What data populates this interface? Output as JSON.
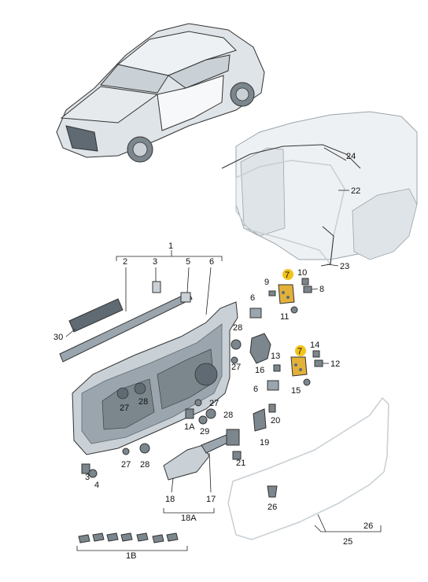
{
  "colors": {
    "part_fill": "#c9d1d6",
    "part_shade": "#9aa5ad",
    "part_dark": "#5f6a72",
    "highlight_badge": "#f2c31b",
    "highlight_part": "#e3b13a",
    "line": "#222222"
  },
  "labels": {
    "n1": "1",
    "n2": "2",
    "n3": "3",
    "n5": "5",
    "n6": "6",
    "n30": "30",
    "n28a": "28",
    "n27a": "27",
    "n16": "16",
    "n27b": "27",
    "n28b": "28",
    "n27c": "27",
    "n28c": "28",
    "n1A": "1A",
    "n29": "29",
    "n27d": "27",
    "n28d": "28",
    "n3b": "3",
    "n4": "4",
    "n18": "18",
    "n17": "17",
    "n18A": "18A",
    "n21": "21",
    "n1B": "1B",
    "n24": "24",
    "n22": "22",
    "n23": "23",
    "n7a": "7",
    "n9": "9",
    "n10": "10",
    "n8": "8",
    "n6b": "6",
    "n11": "11",
    "n7b": "7",
    "n14": "14",
    "n12": "12",
    "n13": "13",
    "n6c": "6",
    "n15": "15",
    "n20": "20",
    "n19": "19",
    "n26a": "26",
    "n26b": "26",
    "n25": "25"
  }
}
